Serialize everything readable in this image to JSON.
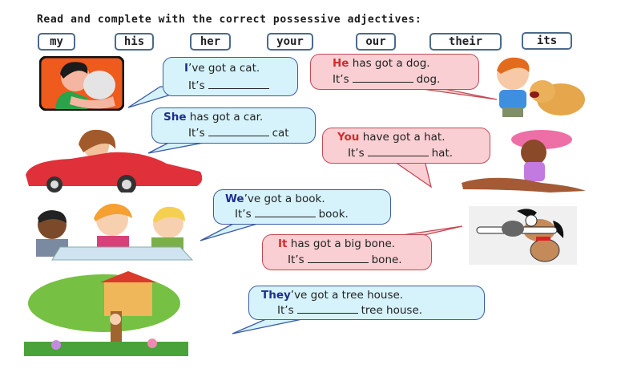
{
  "worksheet": {
    "title": "Read and complete with the correct possessive adjectives:",
    "word_bank": [
      "my",
      "his",
      "her",
      "your",
      "our",
      "their",
      "its"
    ],
    "items": [
      {
        "subject": "I",
        "rest": "’ve got a cat.",
        "prefix": "It’s",
        "suffix": "",
        "color": "blue"
      },
      {
        "subject": "He",
        "rest": " has got a dog.",
        "prefix": "It’s",
        "suffix": "dog.",
        "color": "pink"
      },
      {
        "subject": "She",
        "rest": " has got a car.",
        "prefix": "It’s",
        "suffix": "cat",
        "color": "blue"
      },
      {
        "subject": "You",
        "rest": " have got a hat.",
        "prefix": "It’s",
        "suffix": "hat.",
        "color": "pink"
      },
      {
        "subject": "We",
        "rest": "’ve got a book.",
        "prefix": "It’s",
        "suffix": "book.",
        "color": "blue"
      },
      {
        "subject": "It",
        "rest": " has got a big bone.",
        "prefix": "It’s",
        "suffix": "bone.",
        "color": "pink"
      },
      {
        "subject": "They",
        "rest": "’ve got a tree house.",
        "prefix": "It’s",
        "suffix": "tree house.",
        "color": "blue"
      }
    ],
    "colors": {
      "blue_bubble": "#d6f3fb",
      "pink_bubble": "#f9cfd3",
      "subject_blue": "#1f2f8a",
      "subject_red": "#d42b2b"
    }
  }
}
